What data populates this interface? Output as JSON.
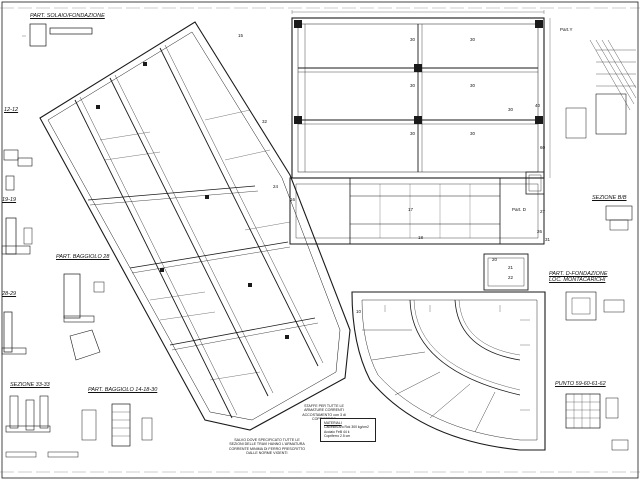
{
  "sheet": {
    "section_labels": [
      "PART. SOLAIO/FONDAZIONE",
      "12-12",
      "19-19",
      "PART. BAGGIOLO 28",
      "28-29",
      "SEZIONE 33-33",
      "PART. BAGGIOLO 14-18-30",
      "SEZIONE B/B",
      "PART. D-FONDAZIONE LOC. MONTACARICHI",
      "PUNTO 59-60-61-62",
      "Part. D",
      "Part.Y"
    ],
    "beam_numbers": [
      "30",
      "30",
      "30",
      "30",
      "30",
      "30",
      "30",
      "40",
      "60",
      "20",
      "21",
      "22",
      "17",
      "18",
      "15",
      "16",
      "24",
      "32",
      "26",
      "27",
      "31",
      "10"
    ],
    "general_note": "SALVO DOVE SPECIFICATO TUTTE LE SEZIONI DELLE TRAVI HANNO L'ARMATURA CORRENTE MINIMA DI FERRO PRESCRITTO DALLE NORME VIGENTI",
    "rebar_note": "STAFFE PER TUTTE LE ARMATURE CORRENTI ACCOSTAMENTO con 3 di COPRIFERRO",
    "legend_lines": [
      "MATERIALI",
      "Calcestruzzo Rck 300 kg/cm2",
      "Acciaio FeB 44 k",
      "Copriferro 2.5 cm"
    ],
    "colors": {
      "line": "#1a1a1a",
      "paper": "#ffffff"
    }
  }
}
